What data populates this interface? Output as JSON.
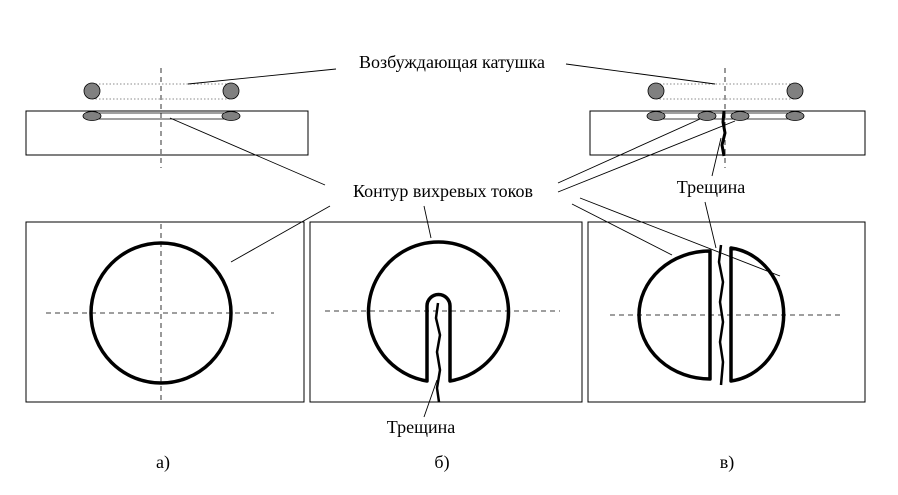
{
  "labels": {
    "coil": "Возбуждающая катушка",
    "eddy_contour": "Контур вихревых токов",
    "crack_b": "Трещина",
    "crack_c": "Трещина",
    "panel_a": "а)",
    "panel_b": "б)",
    "panel_c": "в)"
  },
  "colors": {
    "line": "#000000",
    "coil_fill": "#808080",
    "background": "#ffffff"
  }
}
